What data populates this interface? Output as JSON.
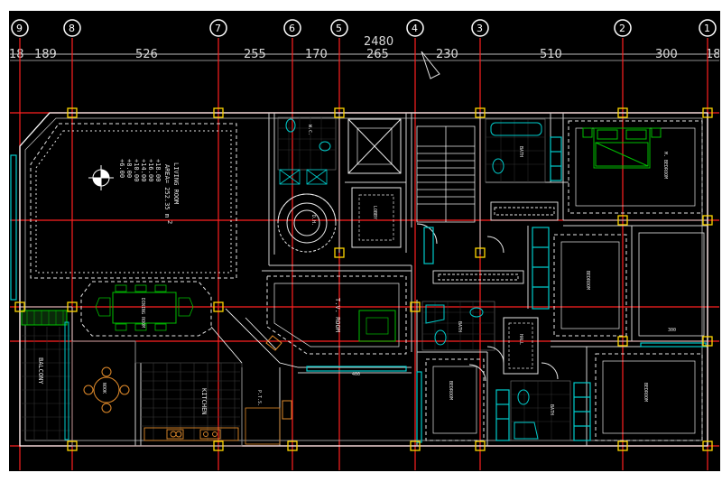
{
  "drawing": {
    "overall_dimension": "2480",
    "bay_dimensions": [
      "18",
      "189",
      "526",
      "255",
      "170",
      "265",
      "230",
      "510",
      "300",
      "18"
    ],
    "grid_axes": [
      "9",
      "8",
      "7",
      "6",
      "5",
      "4",
      "3",
      "2",
      "1"
    ],
    "rooms": {
      "living_room": "LIVING ROOM",
      "living_area": "AREA= 252.35 m",
      "living_area_sup": "2",
      "living_levels": [
        "+18.00",
        "+16.00",
        "+14.00",
        "+10.00",
        "+8.00",
        "+6.00"
      ],
      "dining_room": "DINING ROOM",
      "tv_room": "T.V. ROOM",
      "kitchen": "KITCHEN",
      "balcony": "BALCONY",
      "nook": "NOOK",
      "lobby": "LOBBY",
      "dh": "D.H.",
      "wc": "W.C.",
      "bath_1": "BATH",
      "bath_2": "BATH",
      "bath_3": "BATH",
      "hall": "HALL",
      "m_bedroom": "M. BEDROOM",
      "bedroom_1": "BEDROOM",
      "bedroom_2": "BEDROOM",
      "bedroom_3": "BEDROOM",
      "pantry": "P.T.S.",
      "dim_400": "400",
      "dim_300": "300"
    },
    "colors": {
      "background": "#000000",
      "grid_lines": "#ff2020",
      "walls": "#ffffff",
      "interior_lines": "#bfbfbf",
      "columns": "#ffd700",
      "windows": "#00cccc",
      "furniture": "#00c000",
      "accent_orange": "#e08a2a"
    }
  }
}
